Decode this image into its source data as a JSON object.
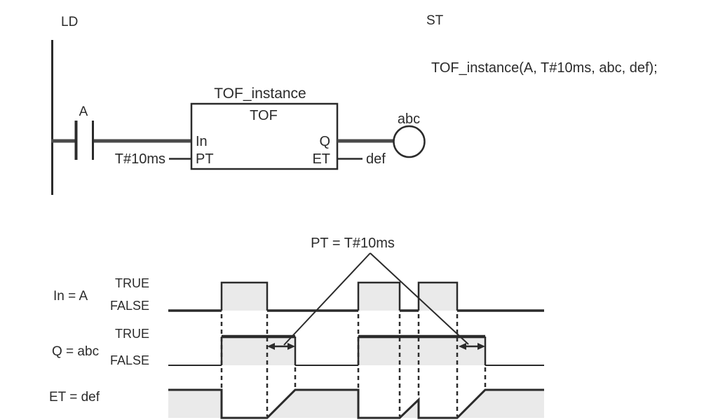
{
  "colors": {
    "line": "#2b2b2b",
    "wire": "#4a4a4a",
    "fill": "#eaeaea",
    "background": "#ffffff"
  },
  "ld": {
    "title": "LD",
    "contact_label": "A",
    "pt_value": "T#10ms",
    "block": {
      "instance_label": "TOF_instance",
      "type_label": "TOF",
      "pin_in": "In",
      "pin_pt": "PT",
      "pin_q": "Q",
      "pin_et": "ET"
    },
    "coil_label": "abc",
    "et_output_label": "def"
  },
  "st": {
    "title": "ST",
    "statement": "TOF_instance(A, T#10ms, abc, def);"
  },
  "timing": {
    "annotation": "PT = T#10ms",
    "in_row": {
      "label": "In = A",
      "true": "TRUE",
      "false": "FALSE"
    },
    "q_row": {
      "label": "Q = abc",
      "true": "TRUE",
      "false": "FALSE"
    },
    "et_row": {
      "label": "ET = def"
    }
  }
}
